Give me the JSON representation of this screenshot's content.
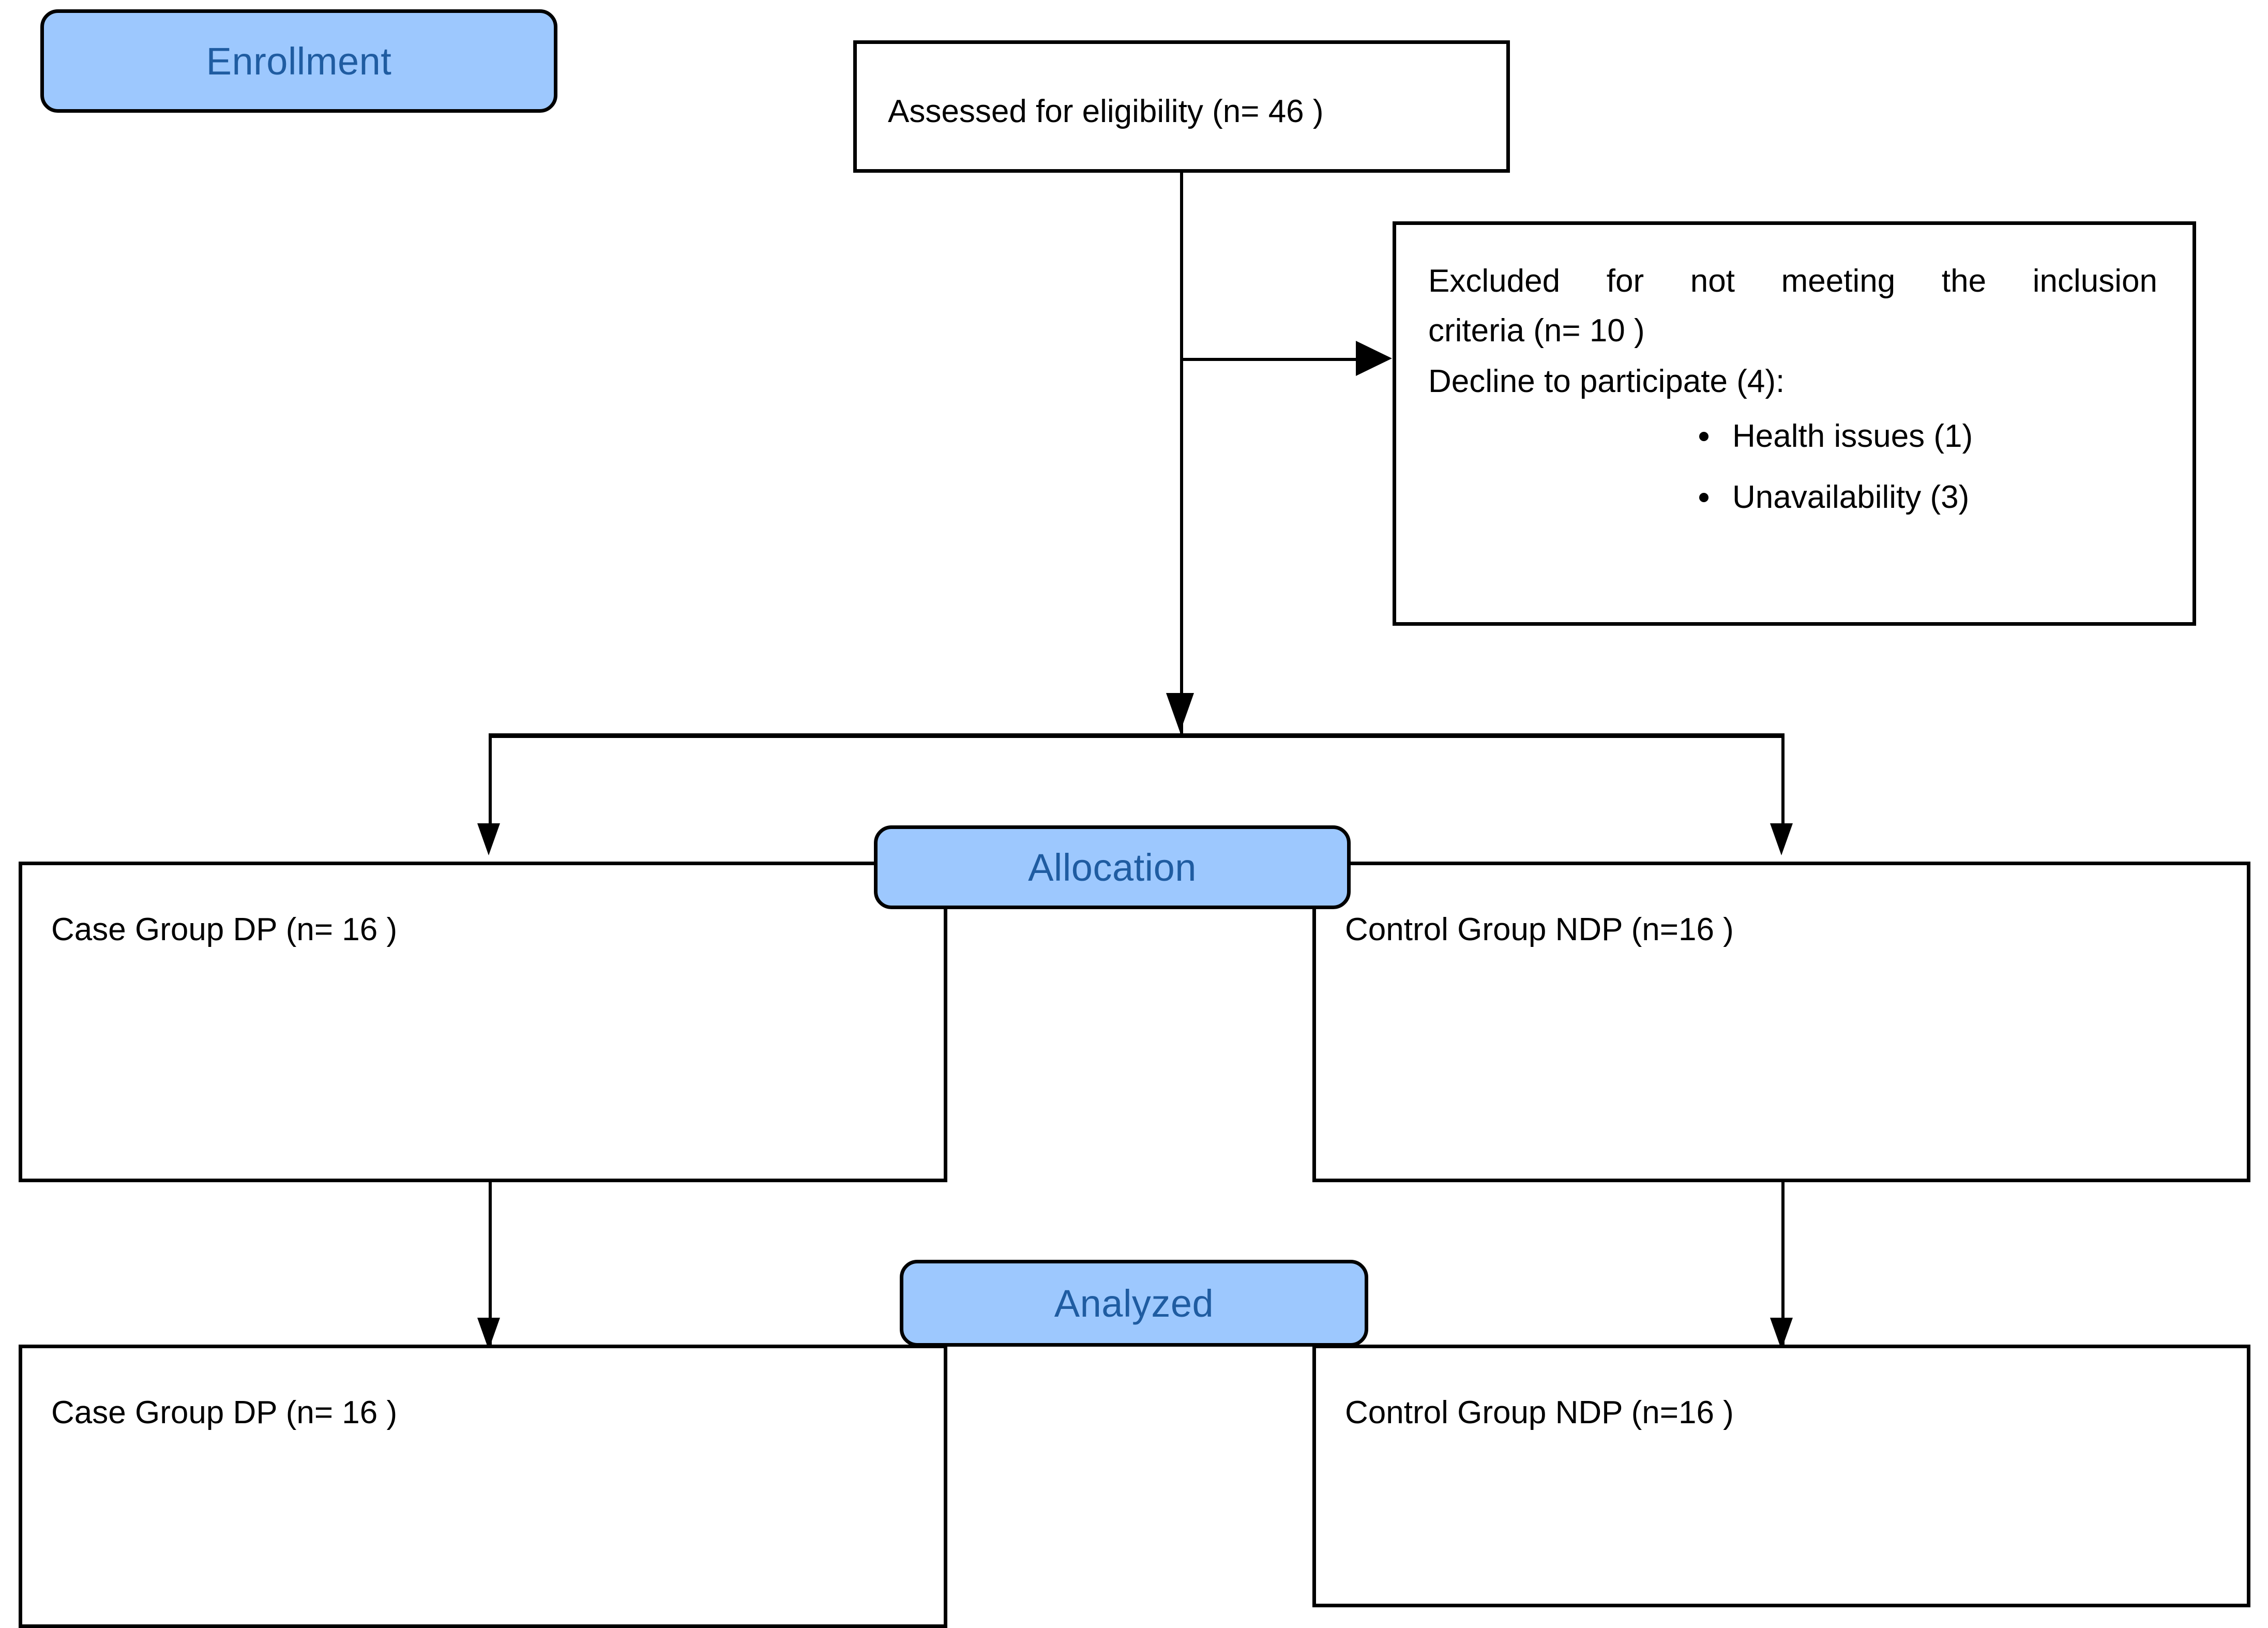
{
  "diagram": {
    "type": "consort-flow-diagram",
    "stages": [
      {
        "id": "enrollment",
        "label": "Enrollment"
      },
      {
        "id": "allocation",
        "label": "Allocation"
      },
      {
        "id": "analyzed",
        "label": "Analyzed"
      }
    ],
    "nodes": {
      "assessed": {
        "text": "Assessed for eligibility (n= 46 )",
        "n": 46
      },
      "excluded": {
        "line1": "Excluded for not meeting the inclusion",
        "line2": "criteria (n= 10 )",
        "line3": "Decline to participate (4):",
        "excluded_n": 10,
        "decline_n": 4,
        "bullets": [
          {
            "label": "Health issues (1)",
            "n": 1
          },
          {
            "label": "Unavailability (3)",
            "n": 3
          }
        ]
      },
      "allocation_case": {
        "text": "Case Group DP (n= 16 )",
        "n": 16
      },
      "allocation_control": {
        "text": "Control Group NDP (n=16    )",
        "n": 16
      },
      "analyzed_case": {
        "text": "Case Group DP (n= 16 )",
        "n": 16
      },
      "analyzed_control": {
        "text": "Control Group NDP (n=16    )",
        "n": 16
      }
    },
    "colors": {
      "stage_fill": "#9DC8FE",
      "stage_text": "#1F5CA1",
      "stroke": "#000000",
      "box_fill": "#FFFFFF"
    }
  }
}
